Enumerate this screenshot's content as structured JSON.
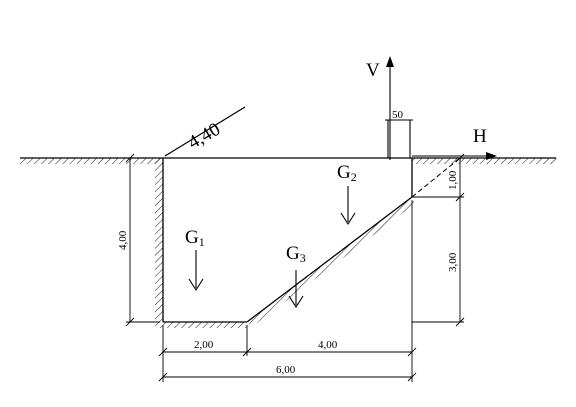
{
  "labels": {
    "slope_length": "4,40",
    "v_axis": "V",
    "h_axis": "H",
    "post_width": "50"
  },
  "loads": [
    {
      "id": "g1",
      "letter": "G",
      "index": "1"
    },
    {
      "id": "g2",
      "letter": "G",
      "index": "2"
    },
    {
      "id": "g3",
      "letter": "G",
      "index": "3"
    }
  ],
  "dimensions": {
    "left_height": "4,00",
    "right_top": "1,00",
    "right_bottom": "3,00",
    "bottom_left": "2,00",
    "bottom_right": "4,00",
    "bottom_total": "6,00"
  }
}
